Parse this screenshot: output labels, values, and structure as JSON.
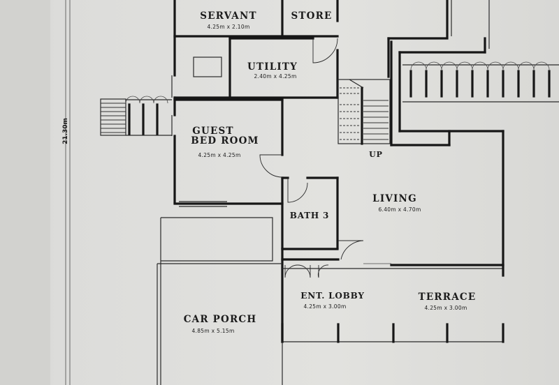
{
  "rooms": [
    {
      "id": "servant",
      "name": "SERVANT",
      "dim": "4.25m x 2.10m"
    },
    {
      "id": "store",
      "name": "STORE",
      "dim": ""
    },
    {
      "id": "utility",
      "name": "UTILITY",
      "dim": "2.40m x 4.25m"
    },
    {
      "id": "guest",
      "name_line1": "GUEST",
      "name_line2": "BED ROOM",
      "dim": "4.25m x 4.25m"
    },
    {
      "id": "bath3",
      "name": "BATH 3",
      "dim": ""
    },
    {
      "id": "living",
      "name": "LIVING",
      "dim": "6.40m x 4.70m"
    },
    {
      "id": "entlobby",
      "name": "ENT. LOBBY",
      "dim": "4.25m x 3.00m"
    },
    {
      "id": "terrace",
      "name": "TERRACE",
      "dim": "4.25m x 3.00m"
    },
    {
      "id": "carporch",
      "name": "CAR PORCH",
      "dim": "4.85m x 5.15m"
    }
  ],
  "annotations": {
    "stair_label": "UP",
    "overall_dimension": "21.30m"
  }
}
